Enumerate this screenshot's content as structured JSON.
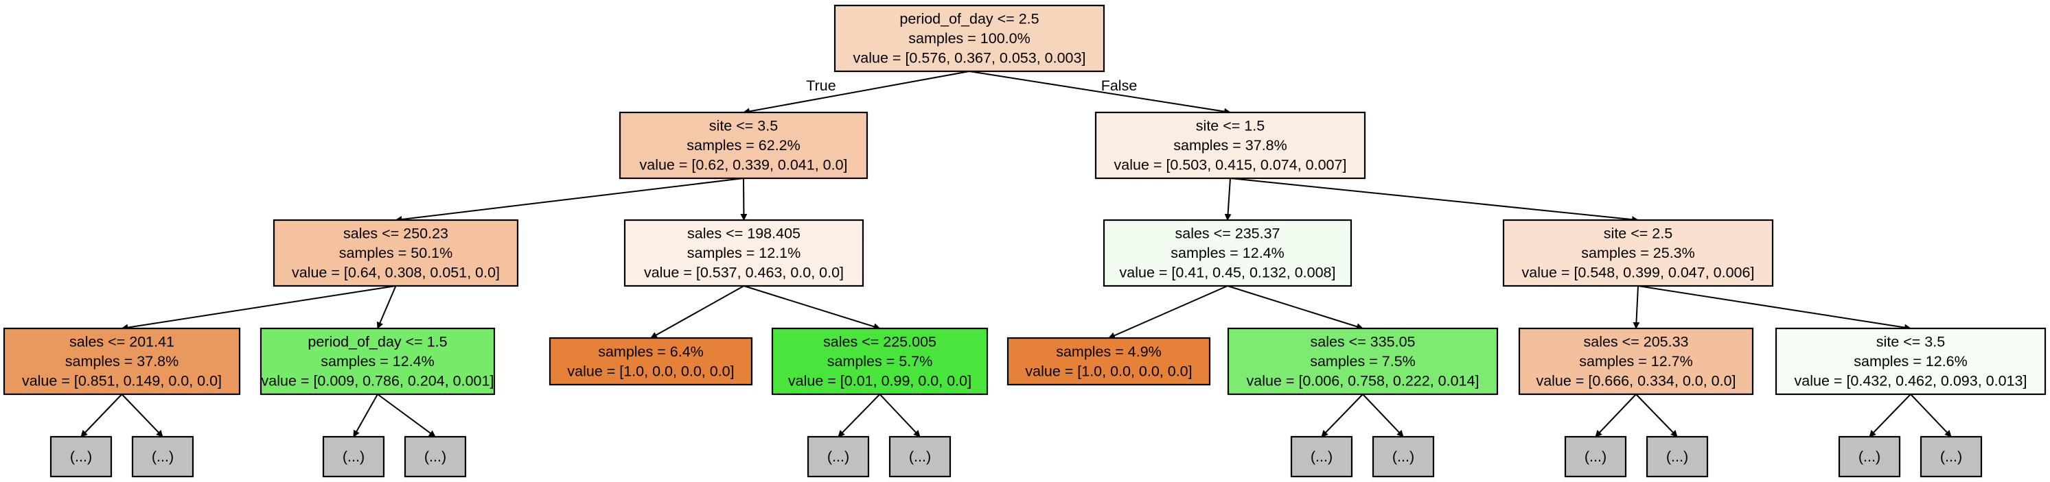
{
  "diagram": {
    "edge_labels": {
      "true": "True",
      "false": "False"
    },
    "nodes": [
      {
        "id": "n0",
        "lines": [
          "period_of_day <= 2.5",
          "samples = 100.0%",
          "value = [0.576, 0.367, 0.053, 0.003]"
        ],
        "fill": "#f6d5bd"
      },
      {
        "id": "n1",
        "lines": [
          "site <= 3.5",
          "samples = 62.2%",
          "value = [0.62, 0.339, 0.041, 0.0]"
        ],
        "fill": "#f4c8a8"
      },
      {
        "id": "n2",
        "lines": [
          "site <= 1.5",
          "samples = 37.8%",
          "value = [0.503, 0.415, 0.074, 0.007]"
        ],
        "fill": "#fcede3"
      },
      {
        "id": "n3",
        "lines": [
          "sales <= 250.23",
          "samples = 50.1%",
          "value = [0.64, 0.308, 0.051, 0.0]"
        ],
        "fill": "#f4c29f"
      },
      {
        "id": "n4",
        "lines": [
          "sales <= 198.405",
          "samples = 12.1%",
          "value = [0.537, 0.463, 0.0, 0.0]"
        ],
        "fill": "#fcefe6"
      },
      {
        "id": "n5",
        "lines": [
          "sales <= 235.37",
          "samples = 12.4%",
          "value = [0.41, 0.45, 0.132, 0.008]"
        ],
        "fill": "#f2fcf0"
      },
      {
        "id": "n6",
        "lines": [
          "site <= 2.5",
          "samples = 25.3%",
          "value = [0.548, 0.399, 0.047, 0.006]"
        ],
        "fill": "#f9e0cf"
      },
      {
        "id": "n7",
        "lines": [
          "sales <= 201.41",
          "samples = 37.8%",
          "value = [0.851, 0.149, 0.0, 0.0]"
        ],
        "fill": "#ea995e"
      },
      {
        "id": "n8",
        "lines": [
          "period_of_day <= 1.5",
          "samples = 12.4%",
          "value = [0.009, 0.786, 0.204, 0.001]"
        ],
        "fill": "#76eb6a"
      },
      {
        "id": "n9",
        "lines": [
          "samples = 6.4%",
          "value = [1.0, 0.0, 0.0, 0.0]"
        ],
        "fill": "#e58139"
      },
      {
        "id": "n10",
        "lines": [
          "sales <= 225.005",
          "samples = 5.7%",
          "value = [0.01, 0.99, 0.0, 0.0]"
        ],
        "fill": "#49e53c"
      },
      {
        "id": "n11",
        "lines": [
          "samples = 4.9%",
          "value = [1.0, 0.0, 0.0, 0.0]"
        ],
        "fill": "#e58139"
      },
      {
        "id": "n12",
        "lines": [
          "sales <= 335.05",
          "samples = 7.5%",
          "value = [0.006, 0.758, 0.222, 0.014]"
        ],
        "fill": "#7deb71"
      },
      {
        "id": "n13",
        "lines": [
          "sales <= 205.33",
          "samples = 12.7%",
          "value = [0.666, 0.334, 0.0, 0.0]"
        ],
        "fill": "#f2c09c"
      },
      {
        "id": "n14",
        "lines": [
          "site <= 3.5",
          "samples = 12.6%",
          "value = [0.432, 0.462, 0.093, 0.013]"
        ],
        "fill": "#f6fdf5"
      },
      {
        "id": "t1",
        "lines": [
          "(...)"
        ],
        "fill": "#c0c0c0"
      },
      {
        "id": "t2",
        "lines": [
          "(...)"
        ],
        "fill": "#c0c0c0"
      },
      {
        "id": "t3",
        "lines": [
          "(...)"
        ],
        "fill": "#c0c0c0"
      },
      {
        "id": "t4",
        "lines": [
          "(...)"
        ],
        "fill": "#c0c0c0"
      },
      {
        "id": "t5",
        "lines": [
          "(...)"
        ],
        "fill": "#c0c0c0"
      },
      {
        "id": "t6",
        "lines": [
          "(...)"
        ],
        "fill": "#c0c0c0"
      },
      {
        "id": "t7",
        "lines": [
          "(...)"
        ],
        "fill": "#c0c0c0"
      },
      {
        "id": "t8",
        "lines": [
          "(...)"
        ],
        "fill": "#c0c0c0"
      },
      {
        "id": "t9",
        "lines": [
          "(...)"
        ],
        "fill": "#c0c0c0"
      },
      {
        "id": "t10",
        "lines": [
          "(...)"
        ],
        "fill": "#c0c0c0"
      },
      {
        "id": "t11",
        "lines": [
          "(...)"
        ],
        "fill": "#c0c0c0"
      },
      {
        "id": "t12",
        "lines": [
          "(...)"
        ],
        "fill": "#c0c0c0"
      }
    ],
    "edges": [
      {
        "from": "n0",
        "to": "n1",
        "label": "true"
      },
      {
        "from": "n0",
        "to": "n2",
        "label": "false"
      },
      {
        "from": "n1",
        "to": "n3"
      },
      {
        "from": "n1",
        "to": "n4"
      },
      {
        "from": "n2",
        "to": "n5"
      },
      {
        "from": "n2",
        "to": "n6"
      },
      {
        "from": "n3",
        "to": "n7"
      },
      {
        "from": "n3",
        "to": "n8"
      },
      {
        "from": "n4",
        "to": "n9"
      },
      {
        "from": "n4",
        "to": "n10"
      },
      {
        "from": "n5",
        "to": "n11"
      },
      {
        "from": "n5",
        "to": "n12"
      },
      {
        "from": "n6",
        "to": "n13"
      },
      {
        "from": "n6",
        "to": "n14"
      },
      {
        "from": "n7",
        "to": "t1"
      },
      {
        "from": "n7",
        "to": "t2"
      },
      {
        "from": "n8",
        "to": "t3"
      },
      {
        "from": "n8",
        "to": "t4"
      },
      {
        "from": "n10",
        "to": "t5"
      },
      {
        "from": "n10",
        "to": "t6"
      },
      {
        "from": "n12",
        "to": "t7"
      },
      {
        "from": "n12",
        "to": "t8"
      },
      {
        "from": "n13",
        "to": "t9"
      },
      {
        "from": "n13",
        "to": "t10"
      },
      {
        "from": "n14",
        "to": "t11"
      },
      {
        "from": "n14",
        "to": "t12"
      }
    ]
  }
}
